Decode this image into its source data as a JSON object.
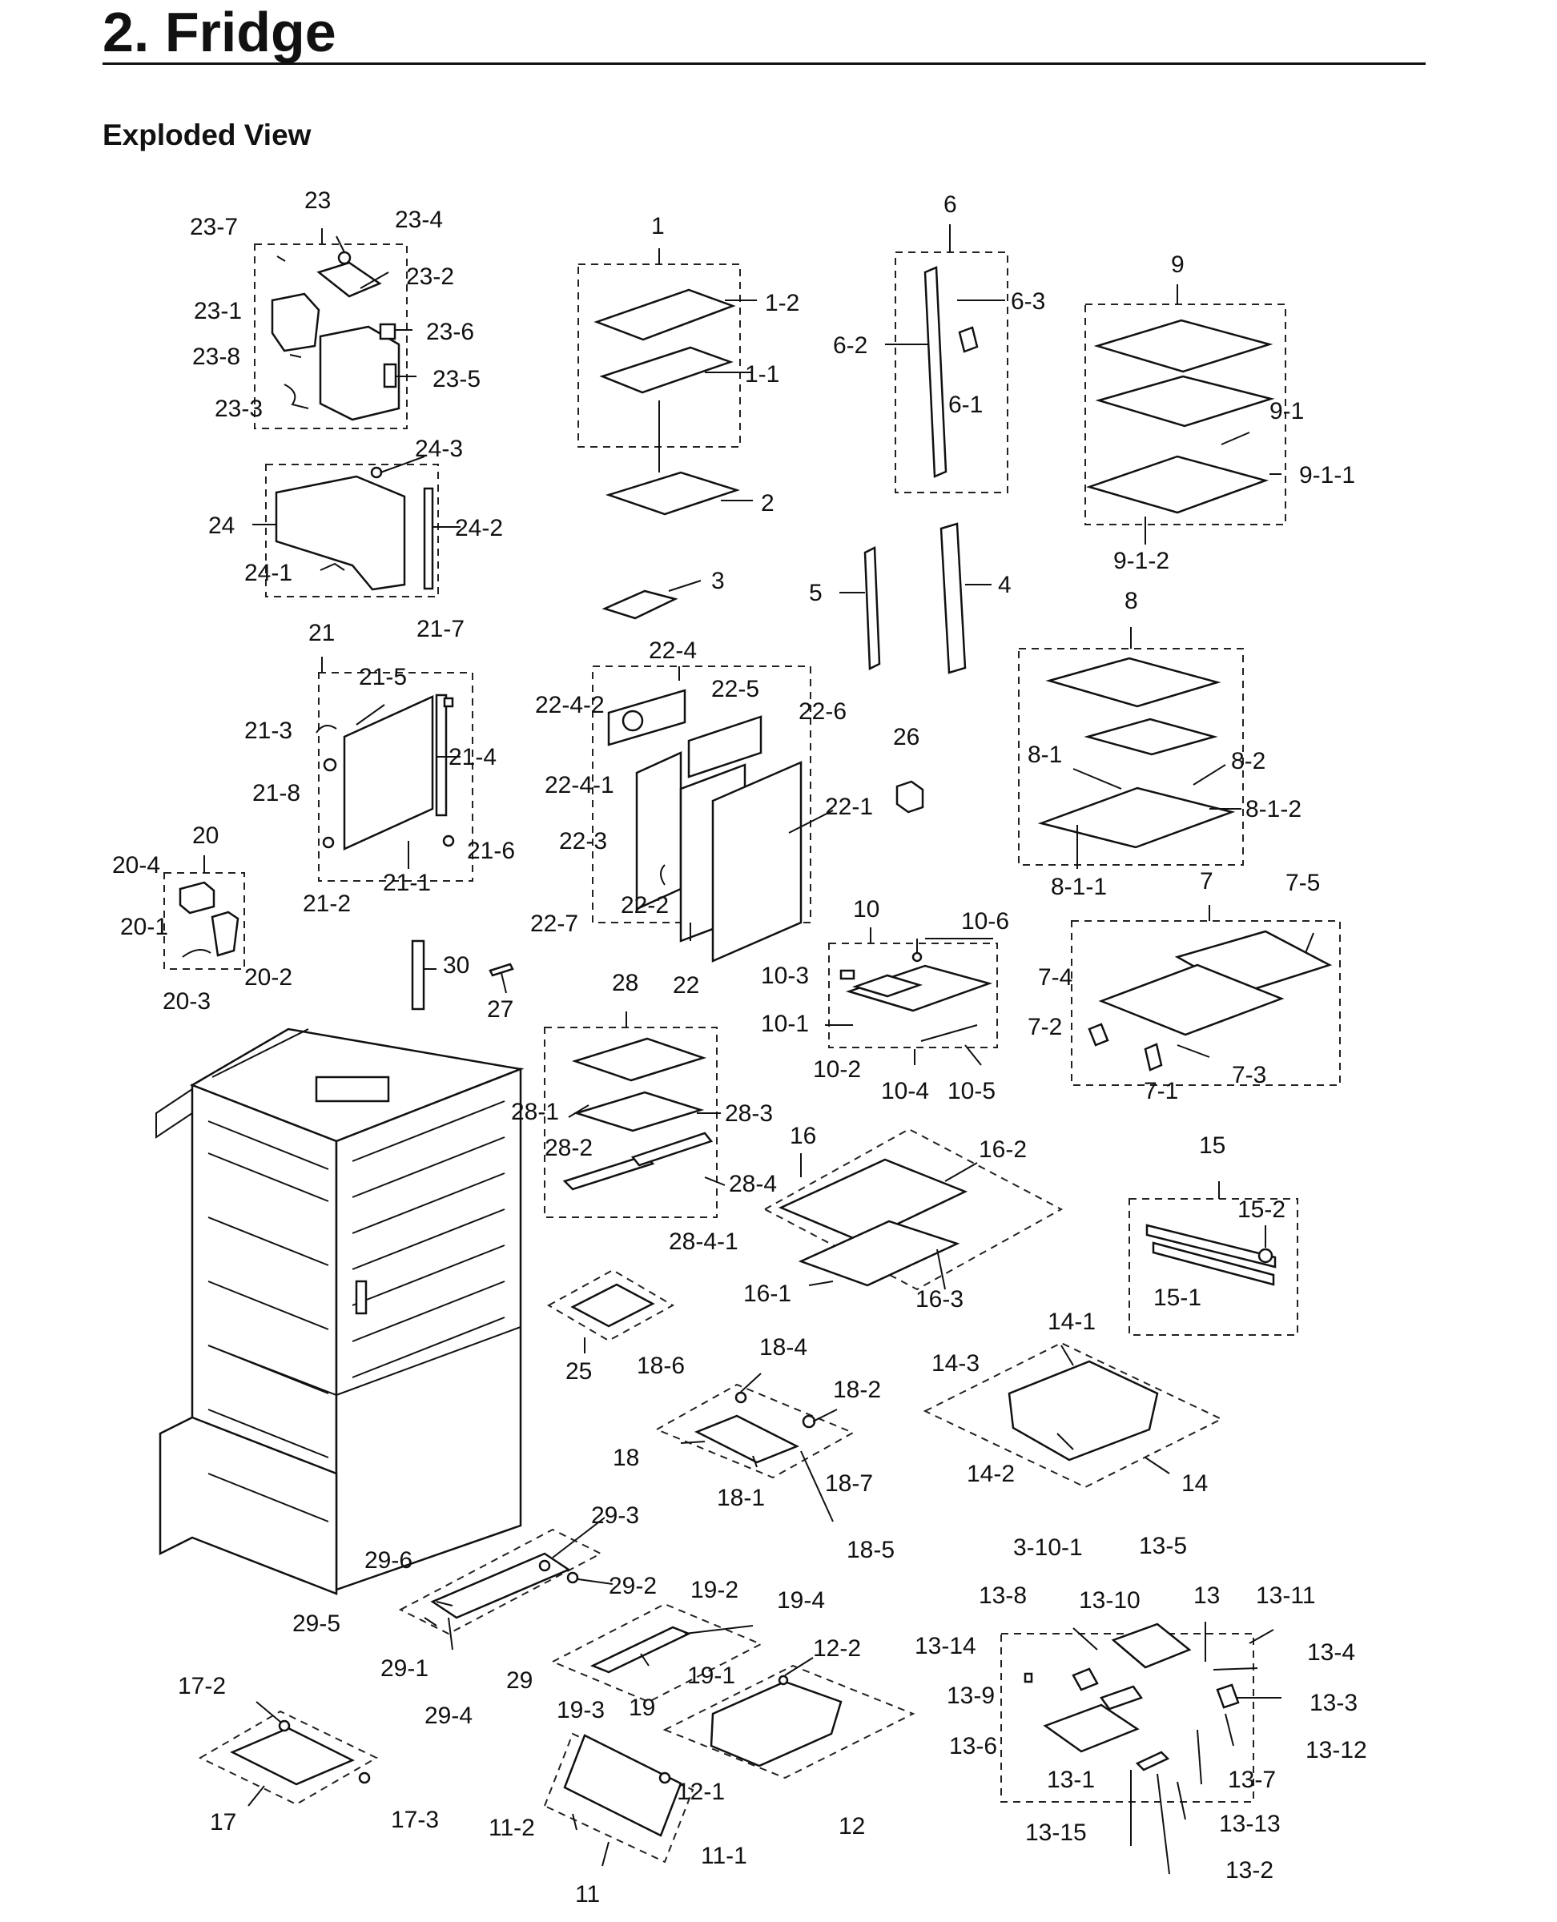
{
  "page": {
    "heading": "2.  Fridge",
    "subheading": "Exploded View"
  },
  "labels": [
    {
      "id": "23",
      "text": "23"
    },
    {
      "id": "23-7",
      "text": "23-7"
    },
    {
      "id": "23-4",
      "text": "23-4"
    },
    {
      "id": "23-2",
      "text": "23-2"
    },
    {
      "id": "23-1",
      "text": "23-1"
    },
    {
      "id": "23-6",
      "text": "23-6"
    },
    {
      "id": "23-8",
      "text": "23-8"
    },
    {
      "id": "23-5",
      "text": "23-5"
    },
    {
      "id": "23-3",
      "text": "23-3"
    },
    {
      "id": "1",
      "text": "1"
    },
    {
      "id": "1-2",
      "text": "1-2"
    },
    {
      "id": "1-1",
      "text": "1-1"
    },
    {
      "id": "2",
      "text": "2"
    },
    {
      "id": "3",
      "text": "3"
    },
    {
      "id": "6",
      "text": "6"
    },
    {
      "id": "6-3",
      "text": "6-3"
    },
    {
      "id": "6-2",
      "text": "6-2"
    },
    {
      "id": "6-1",
      "text": "6-1"
    },
    {
      "id": "9",
      "text": "9"
    },
    {
      "id": "9-1",
      "text": "9-1"
    },
    {
      "id": "9-1-1",
      "text": "9-1-1"
    },
    {
      "id": "9-1-2",
      "text": "9-1-2"
    },
    {
      "id": "24-3",
      "text": "24-3"
    },
    {
      "id": "24",
      "text": "24"
    },
    {
      "id": "24-2",
      "text": "24-2"
    },
    {
      "id": "24-1",
      "text": "24-1"
    },
    {
      "id": "5",
      "text": "5"
    },
    {
      "id": "4",
      "text": "4"
    },
    {
      "id": "8",
      "text": "8"
    },
    {
      "id": "8-1",
      "text": "8-1"
    },
    {
      "id": "8-2",
      "text": "8-2"
    },
    {
      "id": "8-1-2",
      "text": "8-1-2"
    },
    {
      "id": "8-1-1",
      "text": "8-1-1"
    },
    {
      "id": "21",
      "text": "21"
    },
    {
      "id": "21-7",
      "text": "21-7"
    },
    {
      "id": "21-5",
      "text": "21-5"
    },
    {
      "id": "21-3",
      "text": "21-3"
    },
    {
      "id": "21-4",
      "text": "21-4"
    },
    {
      "id": "21-8",
      "text": "21-8"
    },
    {
      "id": "21-6",
      "text": "21-6"
    },
    {
      "id": "21-1",
      "text": "21-1"
    },
    {
      "id": "21-2",
      "text": "21-2"
    },
    {
      "id": "22-4",
      "text": "22-4"
    },
    {
      "id": "22-4-2",
      "text": "22-4-2"
    },
    {
      "id": "22-5",
      "text": "22-5"
    },
    {
      "id": "22-6",
      "text": "22-6"
    },
    {
      "id": "22-4-1",
      "text": "22-4-1"
    },
    {
      "id": "22-1",
      "text": "22-1"
    },
    {
      "id": "22-3",
      "text": "22-3"
    },
    {
      "id": "22-2",
      "text": "22-2"
    },
    {
      "id": "22-7",
      "text": "22-7"
    },
    {
      "id": "22",
      "text": "22"
    },
    {
      "id": "26",
      "text": "26"
    },
    {
      "id": "20",
      "text": "20"
    },
    {
      "id": "20-4",
      "text": "20-4"
    },
    {
      "id": "20-1",
      "text": "20-1"
    },
    {
      "id": "20-2",
      "text": "20-2"
    },
    {
      "id": "20-3",
      "text": "20-3"
    },
    {
      "id": "30",
      "text": "30"
    },
    {
      "id": "27",
      "text": "27"
    },
    {
      "id": "7",
      "text": "7"
    },
    {
      "id": "7-5",
      "text": "7-5"
    },
    {
      "id": "7-4",
      "text": "7-4"
    },
    {
      "id": "7-2",
      "text": "7-2"
    },
    {
      "id": "7-1",
      "text": "7-1"
    },
    {
      "id": "7-3",
      "text": "7-3"
    },
    {
      "id": "10",
      "text": "10"
    },
    {
      "id": "10-6",
      "text": "10-6"
    },
    {
      "id": "10-3",
      "text": "10-3"
    },
    {
      "id": "10-1",
      "text": "10-1"
    },
    {
      "id": "10-2",
      "text": "10-2"
    },
    {
      "id": "10-4",
      "text": "10-4"
    },
    {
      "id": "10-5",
      "text": "10-5"
    },
    {
      "id": "28",
      "text": "28"
    },
    {
      "id": "28-1",
      "text": "28-1"
    },
    {
      "id": "28-3",
      "text": "28-3"
    },
    {
      "id": "28-2",
      "text": "28-2"
    },
    {
      "id": "28-4",
      "text": "28-4"
    },
    {
      "id": "28-4-1",
      "text": "28-4-1"
    },
    {
      "id": "16",
      "text": "16"
    },
    {
      "id": "16-2",
      "text": "16-2"
    },
    {
      "id": "16-1",
      "text": "16-1"
    },
    {
      "id": "16-3",
      "text": "16-3"
    },
    {
      "id": "15",
      "text": "15"
    },
    {
      "id": "15-2",
      "text": "15-2"
    },
    {
      "id": "15-1",
      "text": "15-1"
    },
    {
      "id": "25",
      "text": "25"
    },
    {
      "id": "18-6",
      "text": "18-6"
    },
    {
      "id": "18-4",
      "text": "18-4"
    },
    {
      "id": "18-2",
      "text": "18-2"
    },
    {
      "id": "18",
      "text": "18"
    },
    {
      "id": "18-1",
      "text": "18-1"
    },
    {
      "id": "18-7",
      "text": "18-7"
    },
    {
      "id": "18-5",
      "text": "18-5"
    },
    {
      "id": "14-1",
      "text": "14-1"
    },
    {
      "id": "14-3",
      "text": "14-3"
    },
    {
      "id": "14-2",
      "text": "14-2"
    },
    {
      "id": "14",
      "text": "14"
    },
    {
      "id": "29-3",
      "text": "29-3"
    },
    {
      "id": "29-6",
      "text": "29-6"
    },
    {
      "id": "29-2",
      "text": "29-2"
    },
    {
      "id": "29-5",
      "text": "29-5"
    },
    {
      "id": "29-1",
      "text": "29-1"
    },
    {
      "id": "29",
      "text": "29"
    },
    {
      "id": "29-4",
      "text": "29-4"
    },
    {
      "id": "19-2",
      "text": "19-2"
    },
    {
      "id": "19-4",
      "text": "19-4"
    },
    {
      "id": "19-1",
      "text": "19-1"
    },
    {
      "id": "19-3",
      "text": "19-3"
    },
    {
      "id": "19",
      "text": "19"
    },
    {
      "id": "12-2",
      "text": "12-2"
    },
    {
      "id": "12-1",
      "text": "12-1"
    },
    {
      "id": "12",
      "text": "12"
    },
    {
      "id": "3-10-1",
      "text": "3-10-1"
    },
    {
      "id": "13-5",
      "text": "13-5"
    },
    {
      "id": "13-8",
      "text": "13-8"
    },
    {
      "id": "13-10",
      "text": "13-10"
    },
    {
      "id": "13",
      "text": "13"
    },
    {
      "id": "13-11",
      "text": "13-11"
    },
    {
      "id": "13-14",
      "text": "13-14"
    },
    {
      "id": "13-4",
      "text": "13-4"
    },
    {
      "id": "13-9",
      "text": "13-9"
    },
    {
      "id": "13-3",
      "text": "13-3"
    },
    {
      "id": "13-6",
      "text": "13-6"
    },
    {
      "id": "13-12",
      "text": "13-12"
    },
    {
      "id": "13-1",
      "text": "13-1"
    },
    {
      "id": "13-7",
      "text": "13-7"
    },
    {
      "id": "13-15",
      "text": "13-15"
    },
    {
      "id": "13-13",
      "text": "13-13"
    },
    {
      "id": "13-2",
      "text": "13-2"
    },
    {
      "id": "17-2",
      "text": "17-2"
    },
    {
      "id": "17",
      "text": "17"
    },
    {
      "id": "17-3",
      "text": "17-3"
    },
    {
      "id": "11-2",
      "text": "11-2"
    },
    {
      "id": "11-1",
      "text": "11-1"
    },
    {
      "id": "11",
      "text": "11"
    }
  ]
}
